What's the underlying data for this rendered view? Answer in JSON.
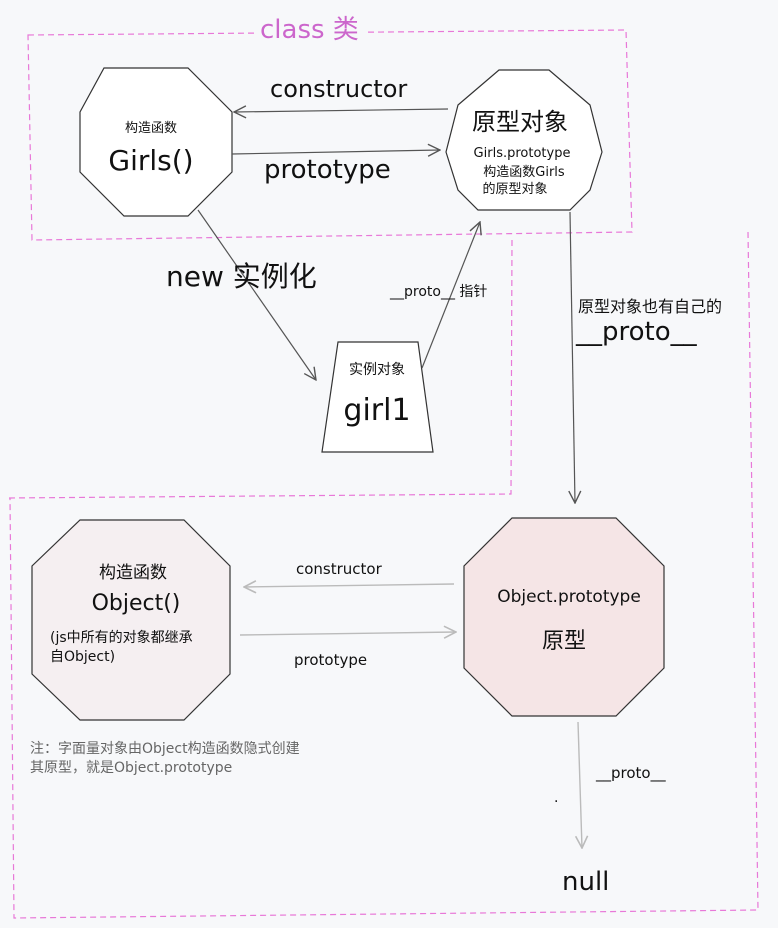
{
  "header": {
    "title": "class 类"
  },
  "nodes": {
    "girls": {
      "caption": "构造函数",
      "name": "Girls()"
    },
    "proto": {
      "title": "原型对象",
      "line1": "Girls.prototype",
      "line2": "构造函数Girls",
      "line3": "的原型对象"
    },
    "girl1": {
      "caption": "实例对象",
      "name": "girl1"
    },
    "object": {
      "caption": "构造函数",
      "name": "Object()",
      "note1": "(js中所有的对象都继承",
      "note2": "自Object)"
    },
    "object_proto": {
      "title": "Object.prototype",
      "subtitle": "原型"
    },
    "null_node": {
      "label": "null"
    }
  },
  "edges": {
    "constructor_top": "constructor",
    "prototype_top": "prototype",
    "new_instance": "new 实例化",
    "proto_pointer": "__proto__ 指针",
    "proto_own_1": "原型对象也有自己的",
    "proto_own_2": "__proto__",
    "constructor_bottom": "constructor",
    "prototype_bottom": "prototype",
    "proto_bottom": "__proto__"
  },
  "notes": {
    "literal_1": "注：字面量对象由Object构造函数隐式创建",
    "literal_2": "其原型，就是Object.prototype",
    "dot": "."
  },
  "colors": {
    "dashed_border": "#e878d8",
    "title": "#cc66cc",
    "object_fill": "#f5eff1",
    "object_proto_fill": "#f5e5e6",
    "arrow_dark": "#555555",
    "arrow_light": "#bbbbbb"
  }
}
